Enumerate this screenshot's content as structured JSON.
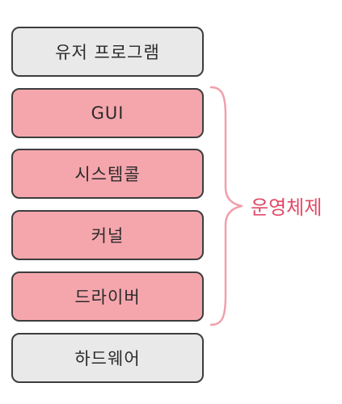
{
  "layers": [
    {
      "label": "유저 프로그램",
      "fill": "#e9e9e9"
    },
    {
      "label": "GUI",
      "fill": "#f5a6ad"
    },
    {
      "label": "시스템콜",
      "fill": "#f5a6ad"
    },
    {
      "label": "커널",
      "fill": "#f5a6ad"
    },
    {
      "label": "드라이버",
      "fill": "#f5a6ad"
    },
    {
      "label": "하드웨어",
      "fill": "#e9e9e9"
    }
  ],
  "group": {
    "label": "운영체제",
    "color": "#e04a66"
  }
}
